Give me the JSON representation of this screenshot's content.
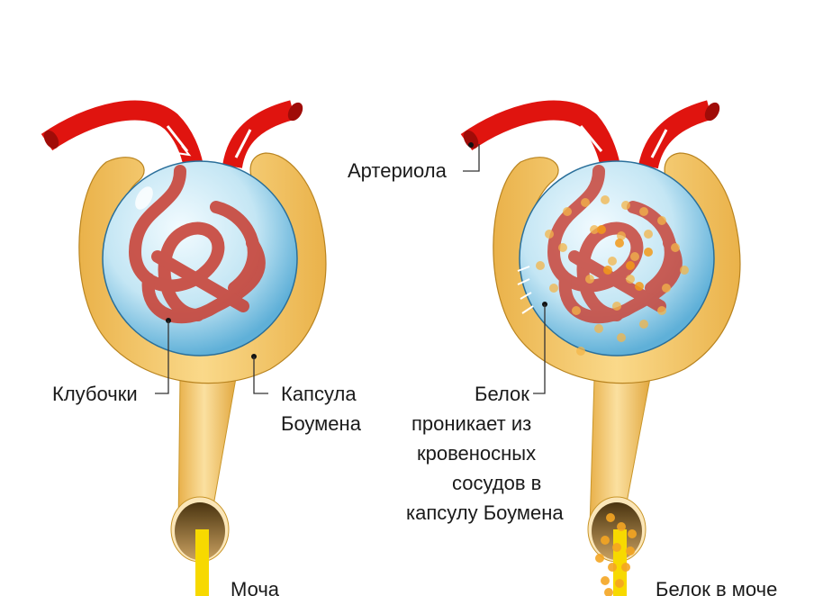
{
  "figure": {
    "title": "",
    "panels": [
      {
        "id": "normal",
        "labels": {
          "glomeruli": "Клубочки",
          "capsule_line1": "Капсула",
          "capsule_line2": "Боумена",
          "urine": "Моча"
        }
      },
      {
        "id": "proteinuria",
        "labels": {
          "arteriole": "Артериола",
          "protein_line1": "Белок",
          "protein_line2": "проникает из",
          "protein_line3": "кровеносных",
          "protein_line4": "сосудов в",
          "protein_line5": "капсулу Боумена",
          "protein_in_urine": "Белок в моче"
        }
      }
    ],
    "colors": {
      "artery": "#e0140f",
      "capsule": "#f2c45a",
      "capsule_edge": "#c9962a",
      "glomerulus_sphere": "#bfe3f2",
      "sphere_edge": "#2a6f9a",
      "capillary": "#c8453a",
      "urine": "#f7d900",
      "protein": "#f5a623"
    }
  }
}
